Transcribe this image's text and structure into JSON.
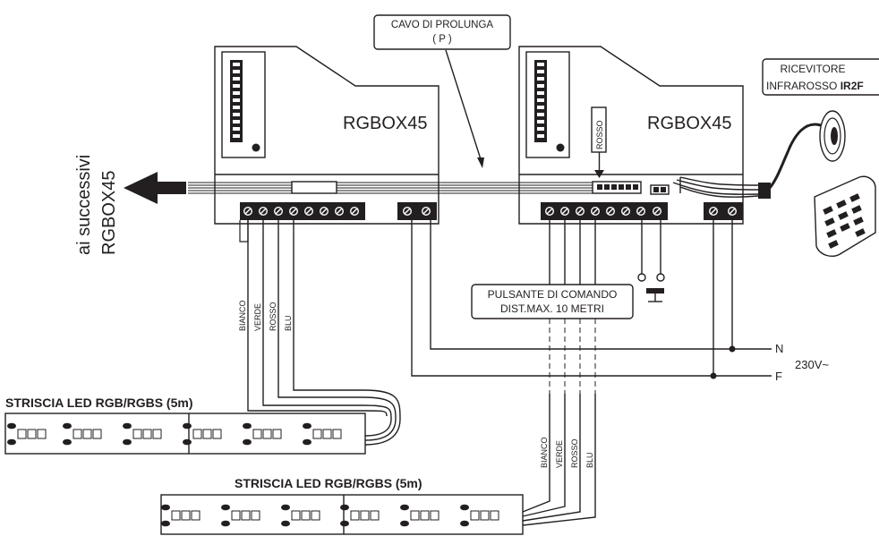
{
  "cable_label": {
    "line1": "CAVO DI PROLUNGA",
    "line2": "( P )"
  },
  "receiver_label": {
    "line1": "RICEVITORE",
    "line2_prefix": "INFRAROSSO ",
    "line2_bold": "IR2F"
  },
  "left_box": {
    "name": "RGBOX45"
  },
  "right_box": {
    "name": "RGBOX45",
    "connector_label": "ROSSO"
  },
  "side_label": {
    "line1": "ai successivi",
    "line2": "RGBOX45"
  },
  "button_label": {
    "line1": "PULSANTE DI COMANDO",
    "line2": "DIST.MAX. 10 METRI"
  },
  "mains": {
    "neutral": "N",
    "phase": "F",
    "voltage": "230V~"
  },
  "wire_labels": [
    "BIANCO",
    "VERDE",
    "ROSSO",
    "BLU"
  ],
  "strip_left": {
    "title": "STRISCIA LED RGB/RGBS (5m)"
  },
  "strip_right": {
    "title": "STRISCIA LED RGB/RGBS (5m)"
  }
}
